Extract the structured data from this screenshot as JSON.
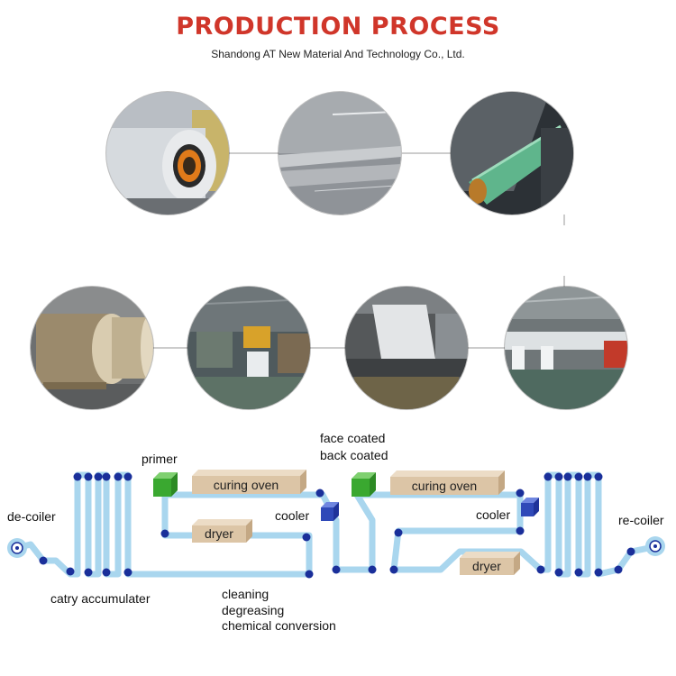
{
  "header": {
    "title": "PRODUCTION PROCESS",
    "subtitle": "Shandong AT New Material And Technology Co., Ltd."
  },
  "colors": {
    "title": "#d0362a",
    "strip": "#a9d6ee",
    "roller": "#1a2f9a",
    "primer": "#3aa830",
    "box": "#dcc5a6",
    "cooler": "#2f49b8"
  },
  "photos": [
    {
      "name": "aluminium coil"
    },
    {
      "name": "coated sheet surface"
    },
    {
      "name": "film laminating line"
    },
    {
      "name": "packed coils"
    },
    {
      "name": "workshop floor"
    },
    {
      "name": "sheet processing machine"
    },
    {
      "name": "coating line hall"
    }
  ],
  "diagram": {
    "labels": {
      "decoiler": "de-coiler",
      "accumulator": "catry accumulater",
      "primer": "primer",
      "face_coated": "face coated",
      "back_coated": "back coated",
      "curing_oven_1": "curing oven",
      "curing_oven_2": "curing oven",
      "dryer_1": "dryer",
      "dryer_2": "dryer",
      "cooler_1": "cooler",
      "cooler_2": "cooler",
      "recoiler": "re-coiler",
      "cleaning": "cleaning",
      "degreasing": "degreasing",
      "chemical_conversion": "chemical conversion"
    }
  }
}
